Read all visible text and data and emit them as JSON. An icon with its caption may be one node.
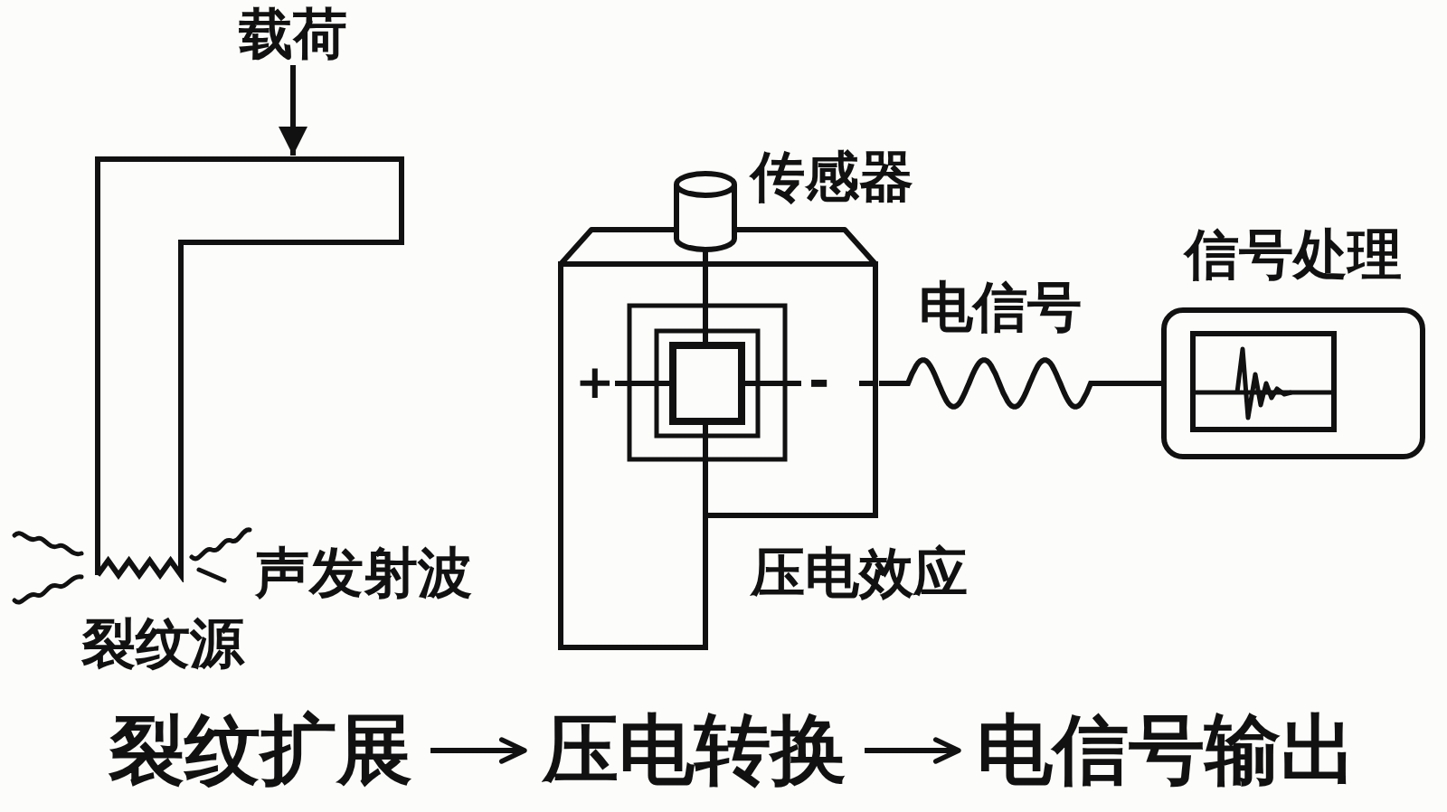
{
  "diagram": {
    "nodes": [
      {
        "text": [
          "载荷"
        ]
      },
      {
        "text": [],
        "shape": "beam",
        "beside": [
          "裂纹源"
        ]
      },
      {
        "text": [],
        "shape": "box"
      },
      {
        "text": [],
        "shape": "cylinder",
        "beside": [
          "传感器"
        ]
      },
      {
        "text": [
          "信号处理"
        ]
      },
      {
        "text": [
          "裂纹扩展"
        ]
      },
      {
        "text": [
          "压电转换"
        ]
      },
      {
        "text": [
          "电信号输出"
        ]
      }
    ],
    "edges": [
      {
        "from": 0,
        "to": 1,
        "arrow": "to"
      },
      {
        "from": 2,
        "to": 4,
        "arrow": "none",
        "label": "电信号"
      },
      {
        "from": 5,
        "to": 6,
        "arrow": "to"
      },
      {
        "from": 6,
        "to": 7,
        "arrow": "to"
      }
    ],
    "labels": [
      "声发射波",
      "+",
      "-",
      "压电效应"
    ]
  }
}
